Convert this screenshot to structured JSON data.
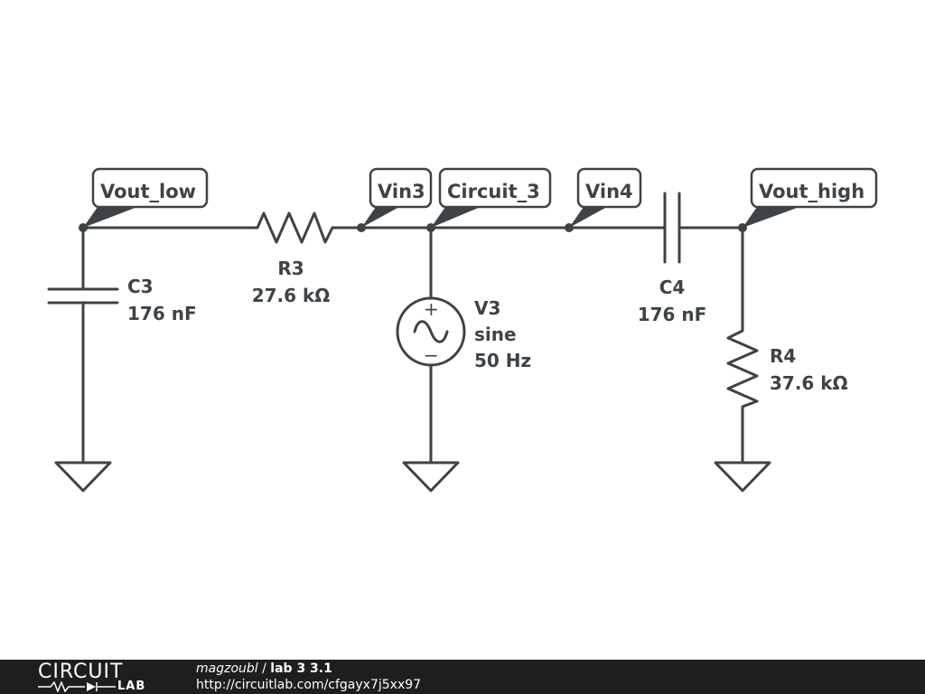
{
  "schematic": {
    "net_labels": {
      "vout_low": "Vout_low",
      "vin3": "Vin3",
      "circuit_3": "Circuit_3",
      "vin4": "Vin4",
      "vout_high": "Vout_high"
    },
    "components": {
      "c3": {
        "name": "C3",
        "value": "176 nF"
      },
      "r3": {
        "name": "R3",
        "value": "27.6 kΩ"
      },
      "v3": {
        "name": "V3",
        "type": "sine",
        "value": "50 Hz"
      },
      "c4": {
        "name": "C4",
        "value": "176 nF"
      },
      "r4": {
        "name": "R4",
        "value": "37.6 kΩ"
      }
    },
    "source_polarity": {
      "plus": "+",
      "minus": "−"
    }
  },
  "footer": {
    "logo_top": "CIRCUIT",
    "logo_bottom": "LAB",
    "author": "magzoubl",
    "separator": " / ",
    "title": "lab 3 3.1",
    "url": "http://circuitlab.com/cfgayx7j5xx97"
  }
}
